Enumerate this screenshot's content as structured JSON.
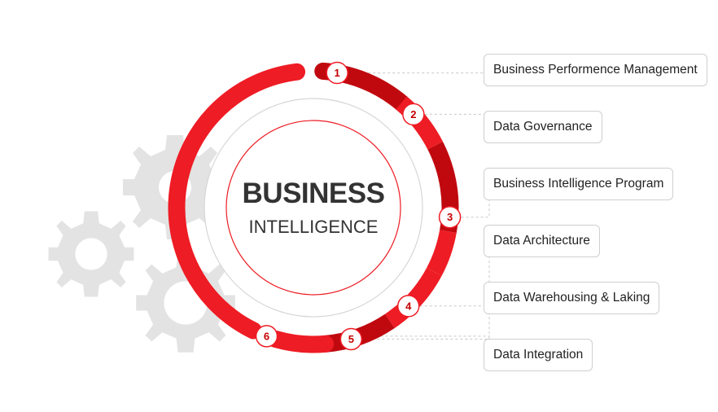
{
  "center": {
    "title": "BUSINESS",
    "subtitle": "INTELLIGENCE"
  },
  "steps": [
    {
      "number": "1",
      "label": "Business Performence Management"
    },
    {
      "number": "2",
      "label": "Data Governance"
    },
    {
      "number": "3",
      "label": "Business Intelligence Program"
    },
    {
      "number": "4",
      "label": "Data Architecture"
    },
    {
      "number": "5",
      "label": "Data Warehousing & Laking"
    },
    {
      "number": "6",
      "label": "Data Integration"
    }
  ],
  "colors": {
    "ring_bright": "#ee1c24",
    "ring_dark": "#c0090f",
    "gear": "#e3e3e3",
    "connector": "#c8c8c8",
    "label_border": "#cfcfcf"
  },
  "icons": [
    "gear-icon"
  ]
}
